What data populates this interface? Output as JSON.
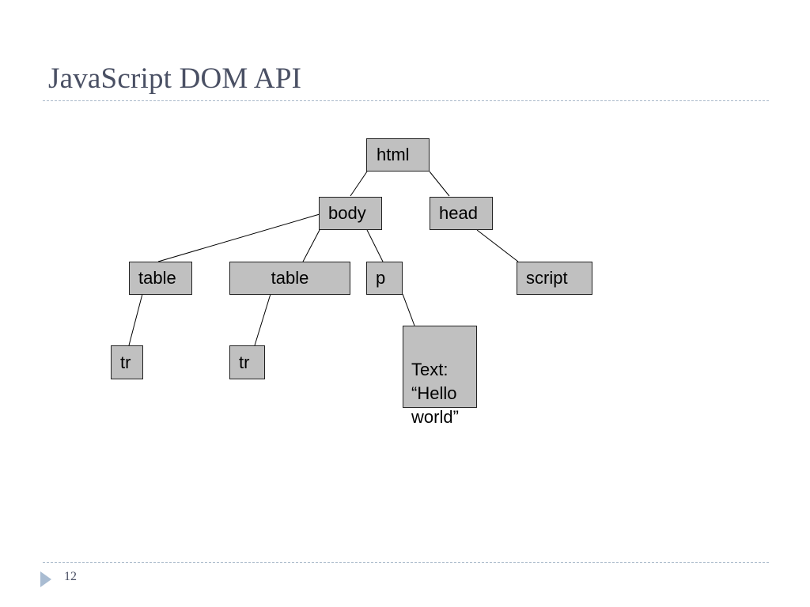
{
  "slide": {
    "title": "JavaScript DOM API",
    "page_number": "12"
  },
  "tree": {
    "nodes": {
      "html": "html",
      "body": "body",
      "head": "head",
      "table1": "table",
      "table2": "table",
      "p": "p",
      "script": "script",
      "tr1": "tr",
      "tr2": "tr",
      "text": "Text:\n“Hello\nworld”"
    },
    "edges": [
      [
        "html",
        "body"
      ],
      [
        "html",
        "head"
      ],
      [
        "body",
        "table1"
      ],
      [
        "body",
        "table2"
      ],
      [
        "body",
        "p"
      ],
      [
        "head",
        "script"
      ],
      [
        "table1",
        "tr1"
      ],
      [
        "table2",
        "tr2"
      ],
      [
        "p",
        "text"
      ]
    ]
  },
  "colors": {
    "node_fill": "#c0c0c0",
    "title_text": "#4a5064",
    "rule": "#a9b9c9",
    "footer_arrow": "#a9bcd2"
  }
}
